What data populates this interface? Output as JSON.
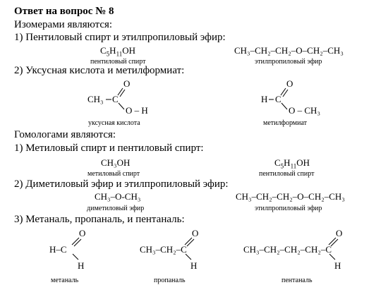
{
  "title": "Ответ на вопрос № 8",
  "isomers": {
    "heading": "Изомерами являются:",
    "item1": {
      "label": "1) Пентиловый спирт и этилпропиловый эфир:",
      "left_formula_main": "C",
      "left_formula_sub1": "5",
      "left_formula_h": "H",
      "left_formula_sub2": "11",
      "left_formula_end": "OH",
      "left_caption": "пентиловый спирт",
      "right_formula": "CH₃–CH₂–CH₂–O–CH₂–CH₃",
      "right_caption": "этилпропиловый эфир"
    },
    "item2": {
      "label": "2) Уксусная кислота и метилформиат:",
      "left_caption": "уксусная кислота",
      "right_caption": "метилформиат",
      "acid": {
        "ch3": "CH₃",
        "c": "C",
        "o_top": "O",
        "oh": "O – H"
      },
      "ester": {
        "h": "H",
        "c": "C",
        "o_top": "O",
        "och3": "O – CH₃"
      }
    }
  },
  "homologs": {
    "heading": "Гомологами являются:",
    "item1": {
      "label": "1) Метиловый спирт и пентиловый спирт:",
      "left_formula": "CH₃OH",
      "left_caption": "метиловый спирт",
      "right_caption": "пентиловый спирт",
      "right_main": "C",
      "right_sub1": "5",
      "right_h": "H",
      "right_sub2": "11",
      "right_end": "OH"
    },
    "item2": {
      "label": "2) Диметиловый эфир и этилпропиловый эфир:",
      "left_formula": "CH₃–O-CH₃",
      "left_caption": "диметиловый эфир",
      "right_formula": "CH₃–CH₂–CH₂–O–CH₂–CH₃",
      "right_caption": "этилпропиловый эфир"
    },
    "item3": {
      "label": "3) Метаналь, пропаналь, и пентаналь:",
      "methanal": {
        "o": "O",
        "hc": "H–C",
        "h": "H",
        "caption": "метаналь"
      },
      "propanal": {
        "chain": "CH₃–CH₂–C",
        "o": "O",
        "h": "H",
        "caption": "пропаналь"
      },
      "pentanal": {
        "chain": "CH₃–CH₂–CH₂–CH₂–C",
        "o": "O",
        "h": "H",
        "caption": "пентаналь"
      }
    }
  }
}
